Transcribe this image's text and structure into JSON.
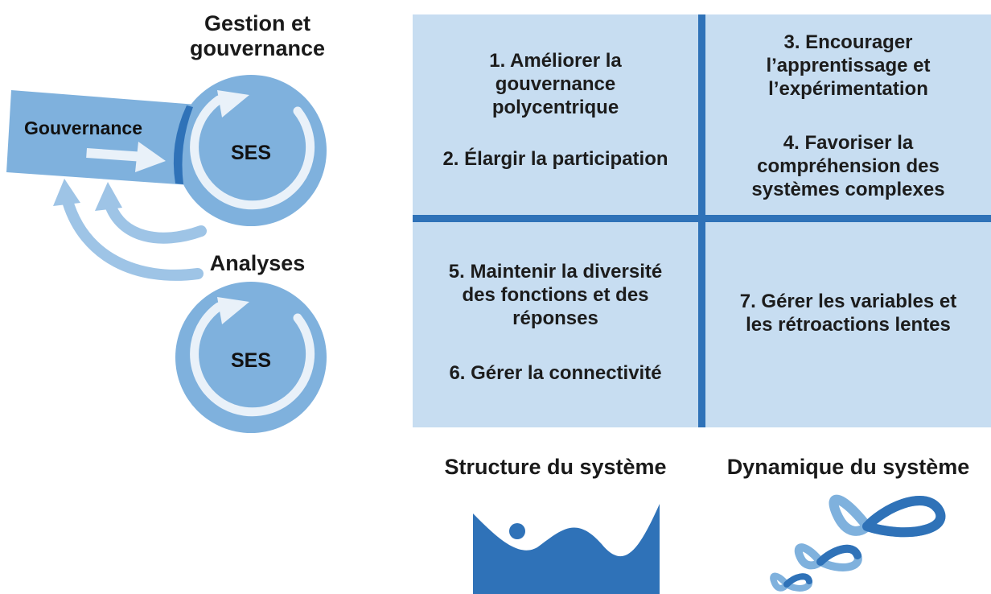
{
  "left": {
    "title_line1": "Gestion et",
    "title_line2": "gouvernance",
    "gov_label": "Gouvernance",
    "circle_top_label": "SES",
    "analyses_label": "Analyses",
    "circle_bottom_label": "SES"
  },
  "grid": {
    "q1": {
      "p1_l1": "1. Améliorer la",
      "p1_l2": "gouvernance",
      "p1_l3": "polycentrique",
      "p2": "2. Élargir la participation"
    },
    "q2": {
      "p3_l1": "3. Encourager",
      "p3_l2": "l’apprentissage et",
      "p3_l3": "l’expérimentation",
      "p4_l1": "4. Favoriser la",
      "p4_l2": "compréhension des",
      "p4_l3": "systèmes complexes"
    },
    "q3": {
      "p5_l1": "5. Maintenir la diversité",
      "p5_l2": "des fonctions et des",
      "p5_l3": "réponses",
      "p6": "6. Gérer la connectivité"
    },
    "q4": {
      "p7_l1": "7. Gérer les variables et",
      "p7_l2": "les rétroactions lentes"
    }
  },
  "bottom": {
    "structure_label": "Structure du système",
    "dynamics_label": "Dynamique du système"
  },
  "colors": {
    "light_blue": "#c7ddf1",
    "mid_blue": "#7fb1dd",
    "dark_blue": "#2f72b8",
    "arrow_white": "#e9f1f9"
  }
}
